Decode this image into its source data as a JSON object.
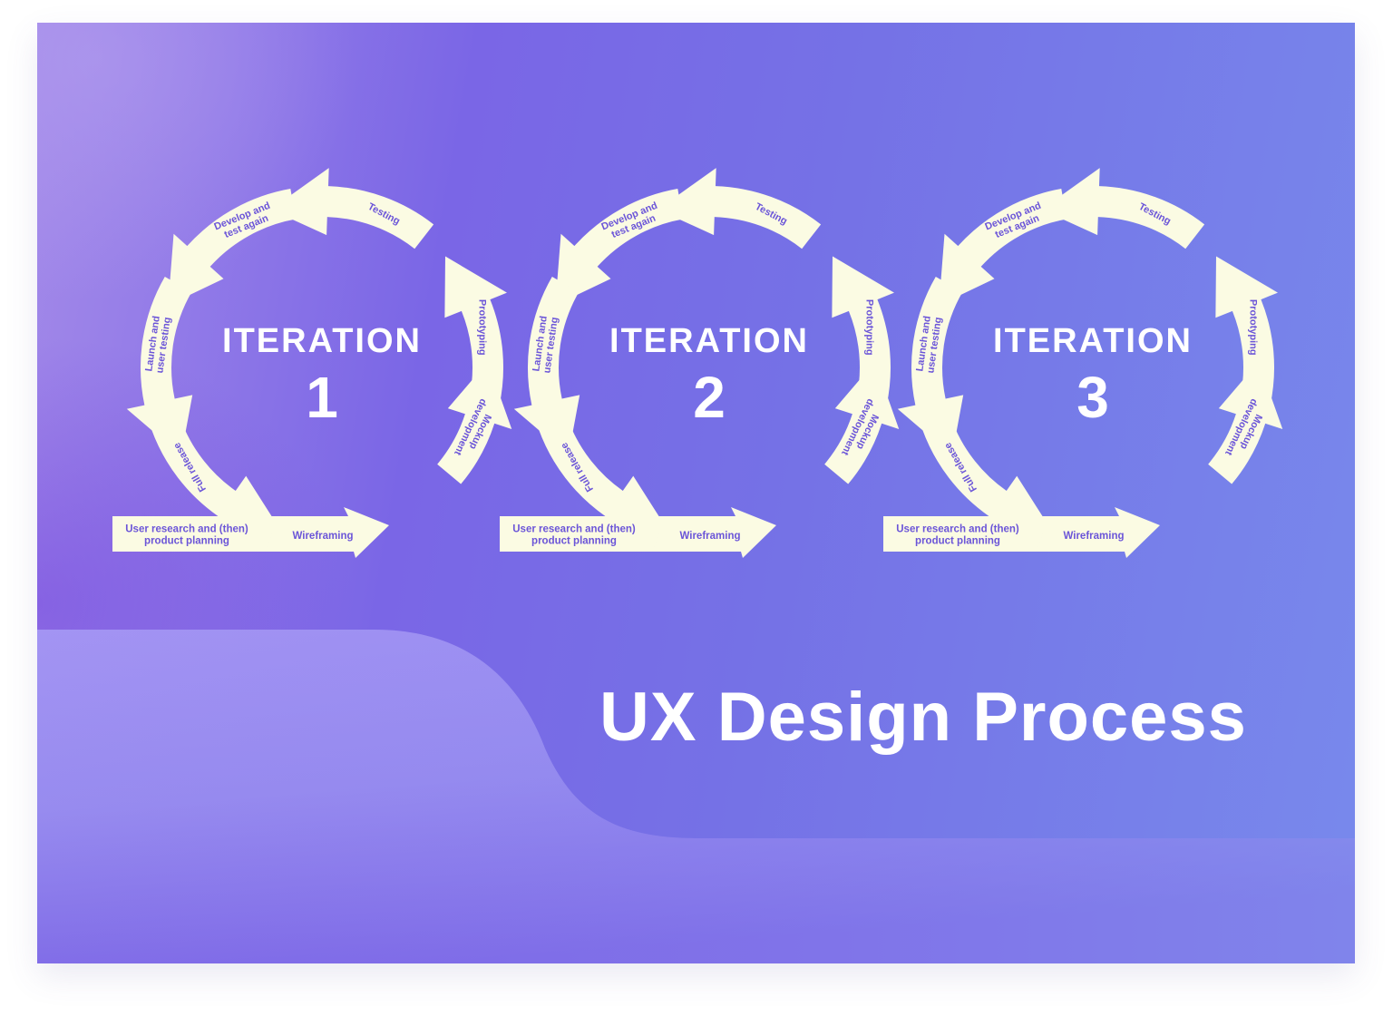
{
  "title": "UX Design Process",
  "colors": {
    "arrow_fill": "#fbfbe3",
    "arrow_text": "#6b55d8",
    "label_text": "#ffffff",
    "bg_left": "#a48ae9",
    "bg_mid": "#7571e6",
    "bg_right": "#7889ec",
    "wave_fill": "#a090f0"
  },
  "iterations": [
    {
      "word": "ITERATION",
      "number": "1"
    },
    {
      "word": "ITERATION",
      "number": "2"
    },
    {
      "word": "ITERATION",
      "number": "3"
    }
  ],
  "steps": {
    "user_research": [
      "User research and (then)",
      "product planning"
    ],
    "wireframing": "Wireframing",
    "mockup": [
      "Mockup",
      "development"
    ],
    "prototyping": "Prototyping",
    "testing": "Testing",
    "develop": [
      "Develop and",
      "test again"
    ],
    "launch": [
      "Launch and",
      "user testing"
    ],
    "full_release": "Full release"
  }
}
